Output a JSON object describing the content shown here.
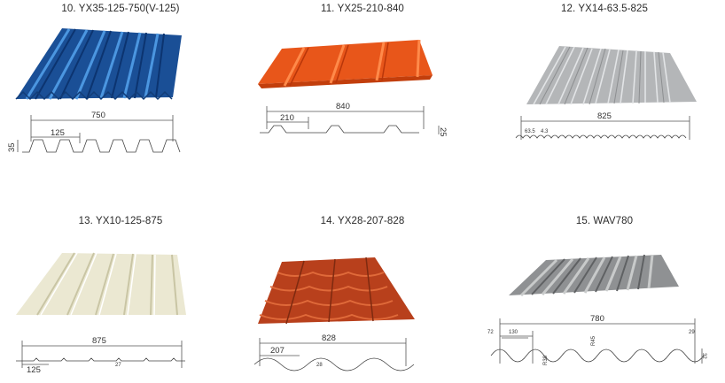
{
  "products": [
    {
      "title": "10. YX35-125-750(V-125)",
      "dims": {
        "total": "750",
        "pitch": "125",
        "height": "35"
      }
    },
    {
      "title": "11. YX25-210-840",
      "dims": {
        "total": "840",
        "pitch": "210",
        "height": "25"
      }
    },
    {
      "title": "12. YX14-63.5-825",
      "dims": {
        "total": "825",
        "small_a": "63.5",
        "small_b": "4.3"
      }
    },
    {
      "title": "13. YX10-125-875",
      "dims": {
        "total": "875",
        "pitch": "125",
        "rib": "27"
      }
    },
    {
      "title": "14. YX28-207-828",
      "dims": {
        "total": "828",
        "pitch": "207",
        "height": "28"
      }
    },
    {
      "title": "15. WAV780",
      "dims": {
        "total": "780",
        "left": "72",
        "pitch": "130",
        "right": "29",
        "h1": "R45",
        "h2": "R38",
        "h3": "32"
      }
    }
  ],
  "colors": {
    "blue": "#1f5fae",
    "orange": "#e8561a",
    "silver": "#b4b6b8",
    "cream": "#e8e6cf",
    "red": "#b8401c",
    "gray": "#8f9193"
  }
}
